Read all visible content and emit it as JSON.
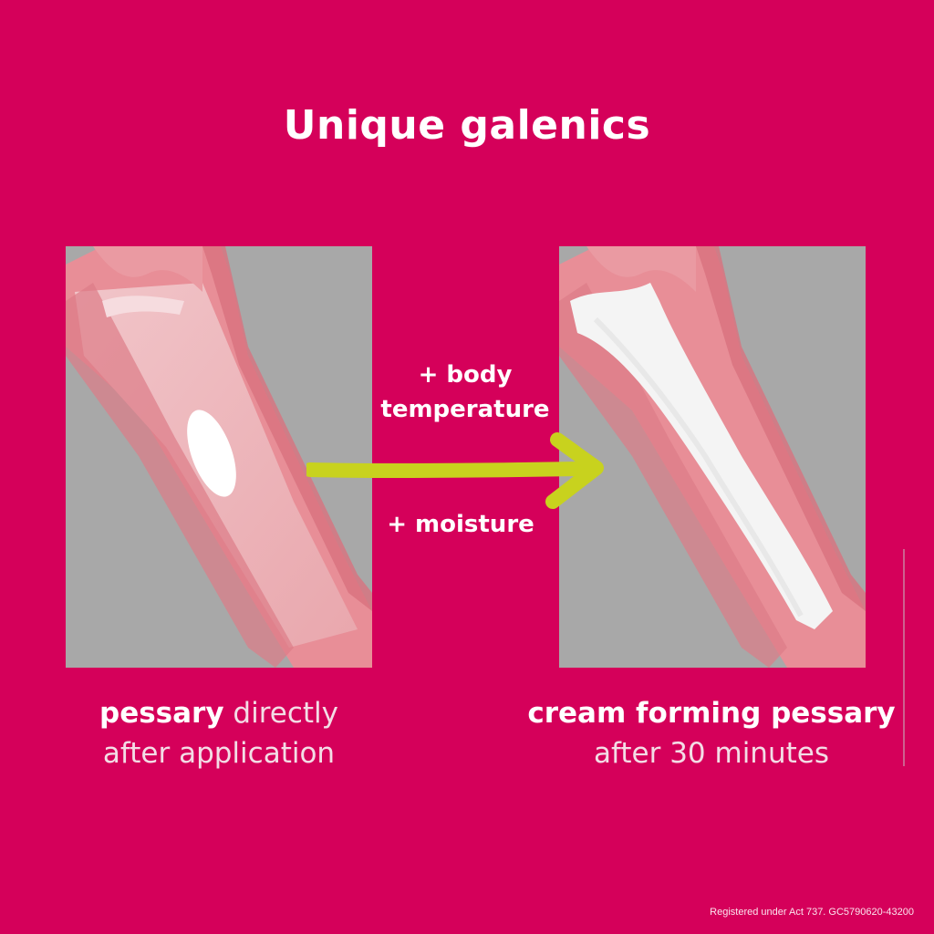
{
  "title": "Unique galenics",
  "steps": {
    "temperature": "+ body\ntemperature",
    "moisture": "+ moisture"
  },
  "captions": {
    "left_bold": "pessary",
    "left_rest_line1": " directly",
    "left_line2": "after application",
    "right_bold": "cream forming pessary",
    "right_line2": "after 30 minutes"
  },
  "footer": "Registered under Act 737. GC5790620-43200",
  "colors": {
    "background": "#d5005a",
    "arrow": "#c8d21e",
    "panel": "#a8a8a8"
  }
}
